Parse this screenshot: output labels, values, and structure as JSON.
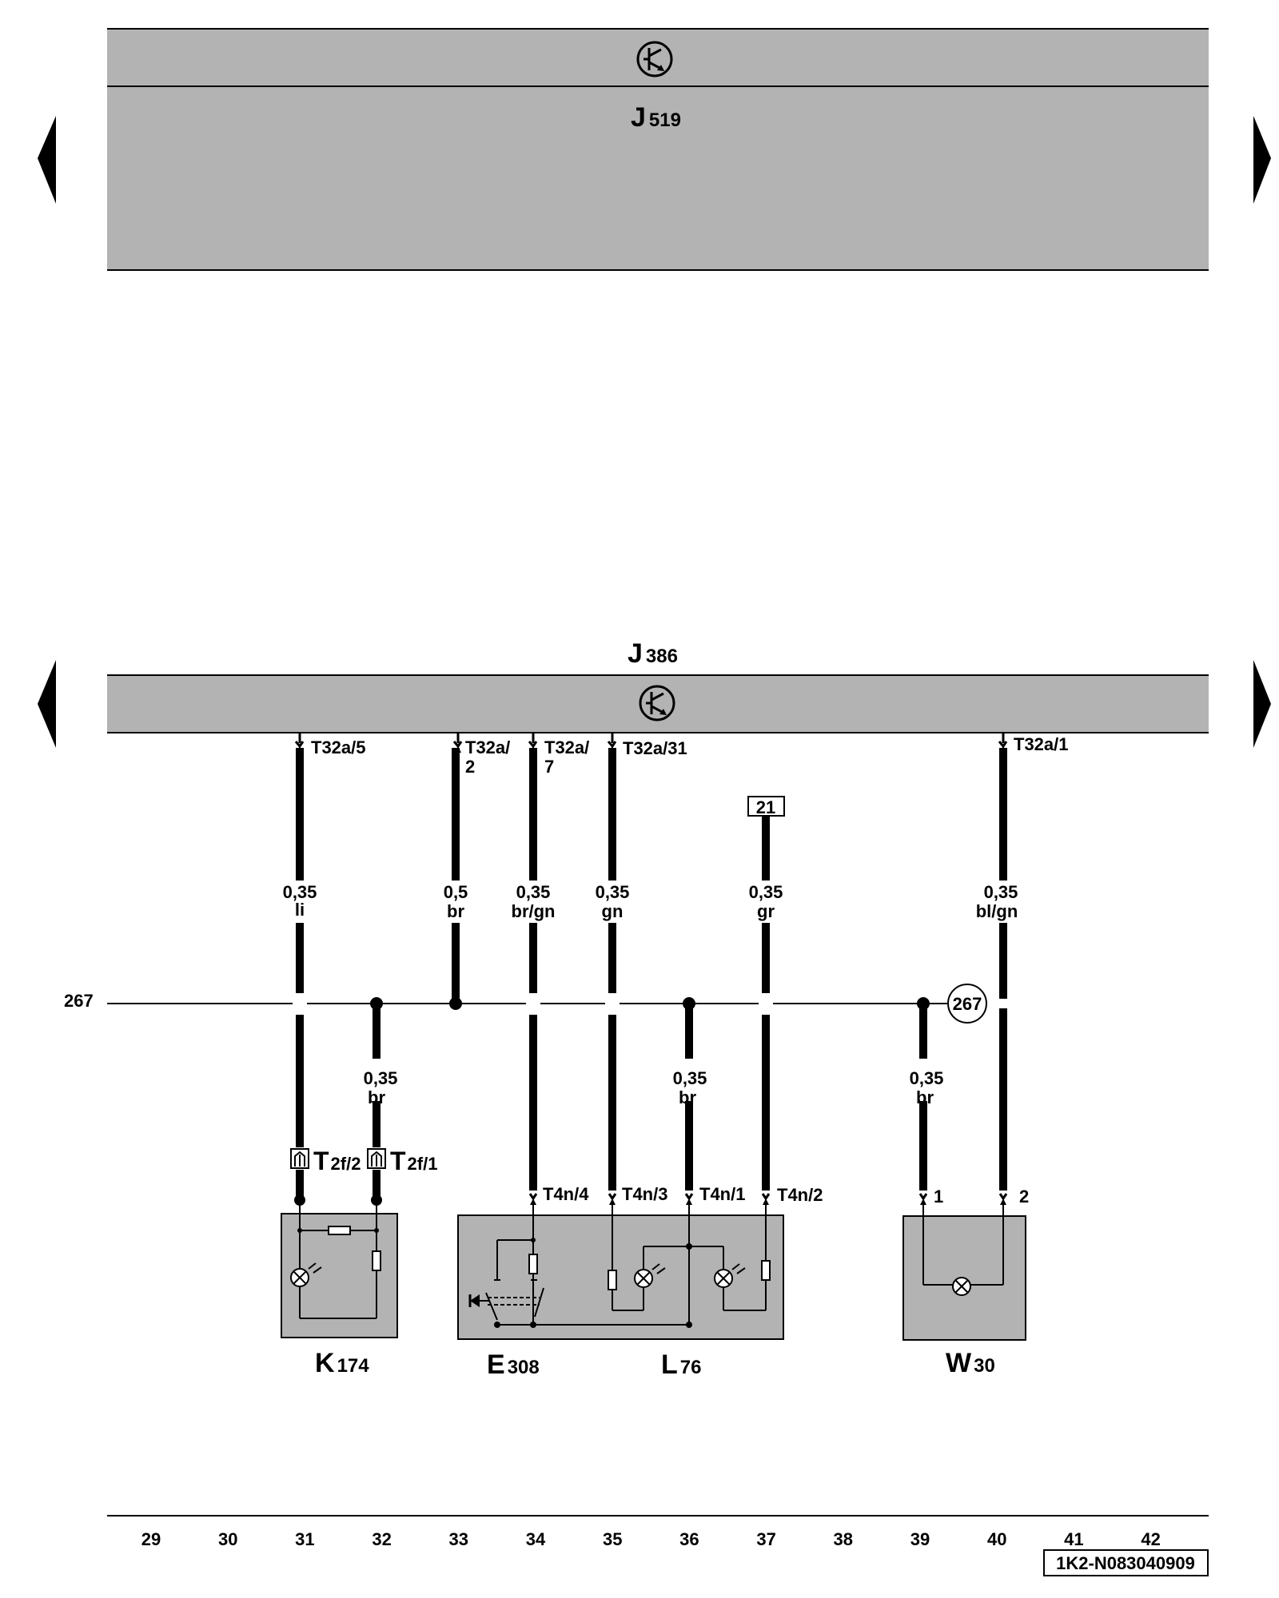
{
  "control_units": {
    "upper": {
      "letter": "J",
      "sub": "519"
    },
    "lower": {
      "letter": "J",
      "sub": "386"
    }
  },
  "ground_line": {
    "label": "267",
    "ref": "267"
  },
  "terminals": {
    "t31": "T32a/5",
    "t33a": "T32a/",
    "t33b": "2",
    "t34a": "T32a/",
    "t34b": "7",
    "t35": "T32a/31",
    "t40": "T32a/1"
  },
  "ref_box_37": "21",
  "wires": {
    "w31": {
      "size": "0,35",
      "color": "li"
    },
    "w33": {
      "size": "0,5",
      "color": "br"
    },
    "w34": {
      "size": "0,35",
      "color": "br/gn"
    },
    "w35": {
      "size": "0,35",
      "color": "gn"
    },
    "w37": {
      "size": "0,35",
      "color": "gr"
    },
    "w40": {
      "size": "0,35",
      "color": "bl/gn"
    },
    "w32": {
      "size": "0,35",
      "color": "br"
    },
    "w36": {
      "size": "0,35",
      "color": "br"
    },
    "w39": {
      "size": "0,35",
      "color": "br"
    }
  },
  "connectors": {
    "t2f2": {
      "letter": "T",
      "sub": "2f/2"
    },
    "t2f1": {
      "letter": "T",
      "sub": "2f/1"
    }
  },
  "pins": {
    "t4n4": "T4n/4",
    "t4n3": "T4n/3",
    "t4n1": "T4n/1",
    "t4n2": "T4n/2",
    "w30_1": "1",
    "w30_2": "2"
  },
  "components": {
    "k174": {
      "letter": "K",
      "sub": "174"
    },
    "e308": {
      "letter": "E",
      "sub": "308"
    },
    "l76": {
      "letter": "L",
      "sub": "76"
    },
    "w30": {
      "letter": "W",
      "sub": "30"
    }
  },
  "columns": [
    "29",
    "30",
    "31",
    "32",
    "33",
    "34",
    "35",
    "36",
    "37",
    "38",
    "39",
    "40",
    "41",
    "42"
  ],
  "doc_id": "1K2-N083040909"
}
